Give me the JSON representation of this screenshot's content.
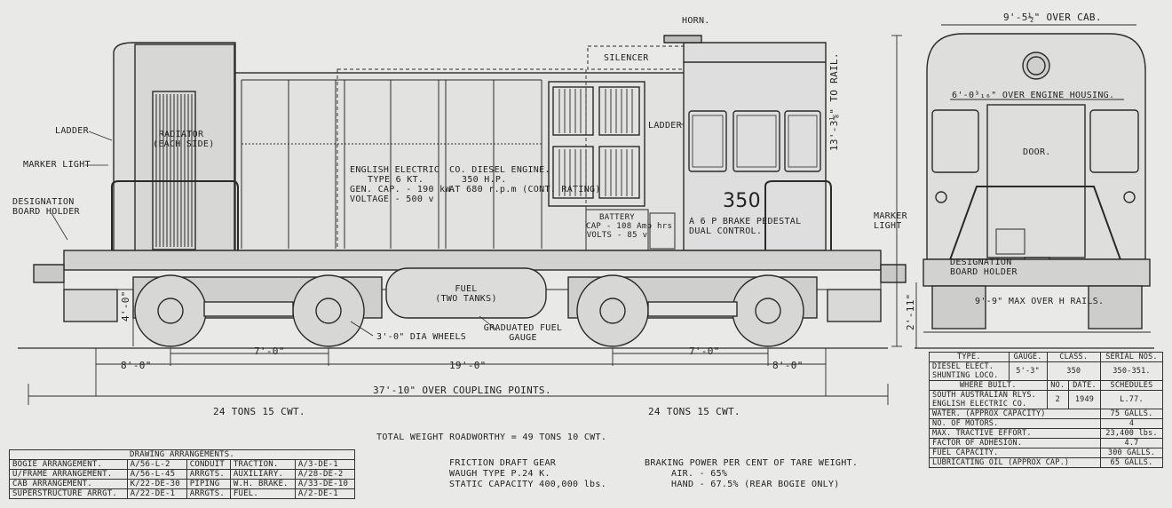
{
  "labels": {
    "horn": "HORN.",
    "silencer": "SILENCER",
    "ladder1": "LADDER",
    "ladder2": "LADDER",
    "radiator": "RADIATOR",
    "radiator_sub": "(EACH SIDE)",
    "marker_light": "MARKER LIGHT",
    "designation1": "DESIGNATION",
    "designation2": "BOARD HOLDER",
    "gen1": "ENGLISH ELECTRIC",
    "gen2": "TYPE 6 KT.",
    "gen3": "GEN. CAP. - 190 kW.",
    "gen4": "VOLTAGE - 500 v",
    "eng1": "CO. DIESEL ENGINE.",
    "eng2": "350 H.P.",
    "eng3": "AT 680 r.p.m (CONT. RATING)",
    "battery": "BATTERY",
    "battery2": "CAP - 108 Amp hrs",
    "battery3": "VOLTS - 85 v",
    "number": "350",
    "brake1": "A 6 P BRAKE PEDESTAL",
    "brake2": "DUAL CONTROL.",
    "fuel1": "FUEL",
    "fuel2": "(TWO TANKS)",
    "wheels": "3'-0\" DIA WHEELS",
    "gauge1": "GRADUATED FUEL",
    "gauge2": "GAUGE",
    "ht_rail": "13'-3⅛\" TO RAIL.",
    "ht_buffer": "4'-0\"",
    "ht_front": "2'-11\"",
    "over_cab": "9'-5½\" OVER CAB.",
    "over_housing": "6'-0³₁₆\" OVER ENGINE HOUSING.",
    "door": "DOOR.",
    "marker_light_r1": "MARKER",
    "marker_light_r2": "LIGHT",
    "designation_r1": "DESIGNATION",
    "designation_r2": "BOARD HOLDER",
    "max_rails": "9'-9\" MAX OVER H RAILS.",
    "d_8a": "8'-0\"",
    "d_7a": "7'-0\"",
    "d_19": "19'-0\"",
    "d_7b": "7'-0\"",
    "d_8b": "8'-0\"",
    "d_total": "37'-10\" OVER COUPLING POINTS.",
    "tons1": "24 TONS 15 CWT.",
    "tons2": "24 TONS 15 CWT.",
    "weight": "TOTAL WEIGHT ROADWORTHY = 49 TONS 10 CWT.",
    "friction1": "FRICTION DRAFT GEAR",
    "friction2": "WAUGH TYPE P.24 K.",
    "friction3": "STATIC CAPACITY 400,000 lbs.",
    "braking1": "BRAKING POWER PER CENT OF TARE WEIGHT.",
    "braking2": "AIR. - 65%",
    "braking3": "HAND - 67.5% (REAR BOGIE ONLY)"
  },
  "arrangements": {
    "title": "DRAWING ARRANGEMENTS.",
    "rows": [
      [
        "BOGIE ARRANGEMENT.",
        "A/56-L-2",
        "CONDUIT",
        "TRACTION.",
        "A/3-DE-1"
      ],
      [
        "U/FRAME ARRANGEMENT.",
        "A/56-L-45",
        "ARRGTS.",
        "AUXILIARY.",
        "A/28-DE-2"
      ],
      [
        "CAB ARRANGEMENT.",
        "K/22-DE-30",
        "PIPING",
        "W.H. BRAKE.",
        "A/33-DE-10"
      ],
      [
        "SUPERSTRUCTURE ARRGT.",
        "A/22-DE-1",
        "ARRGTS.",
        "FUEL.",
        "A/2-DE-1"
      ]
    ]
  },
  "spec": {
    "h_type": "TYPE.",
    "h_gauge": "GAUGE.",
    "h_class": "CLASS.",
    "h_serial": "SERIAL NOS.",
    "type1": "DIESEL ELECT.",
    "type2": "SHUNTING LOCO.",
    "gauge": "5'-3\"",
    "class": "350",
    "serial": "350-351.",
    "h_built": "WHERE BUILT.",
    "h_no": "NO.",
    "h_date": "DATE.",
    "h_sched": "SCHEDULES",
    "built1": "SOUTH AUSTRALIAN RLYS.",
    "built2": "ENGLISH ELECTRIC CO.",
    "no": "2",
    "date": "1949",
    "sched": "L.77.",
    "rows": [
      [
        "WATER. (APPROX CAPACITY)",
        "75 GALLS."
      ],
      [
        "NO. OF MOTORS.",
        "4"
      ],
      [
        "MAX. TRACTIVE EFFORT.",
        "23,400 lbs."
      ],
      [
        "FACTOR OF ADHESION.",
        "4.7"
      ],
      [
        "FUEL CAPACITY.",
        "300 GALLS."
      ],
      [
        "LUBRICATING OIL (APPROX CAP.)",
        "65 GALLS."
      ]
    ]
  }
}
